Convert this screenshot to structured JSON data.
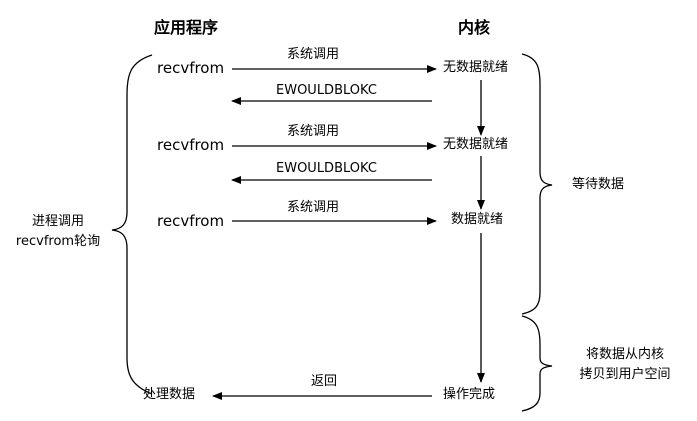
{
  "headers": {
    "app": "应用程序",
    "kernel": "内核"
  },
  "steps": [
    {
      "app_call": "recvfrom",
      "request": "系统调用",
      "kernel_state": "无数据就绪",
      "reply": "EWOULDBLOKC"
    },
    {
      "app_call": "recvfrom",
      "request": "系统调用",
      "kernel_state": "无数据就绪",
      "reply": "EWOULDBLOKC"
    },
    {
      "app_call": "recvfrom",
      "request": "系统调用",
      "kernel_state": "数据就绪"
    }
  ],
  "final": {
    "kernel_state": "操作完成",
    "reply": "返回",
    "app_action": "处理数据"
  },
  "braces": {
    "left_line1": "进程调用",
    "left_line2": "recvfrom轮询",
    "wait": "等待数据",
    "copy_line1": "将数据从内核",
    "copy_line2": "拷贝到用户空间"
  }
}
